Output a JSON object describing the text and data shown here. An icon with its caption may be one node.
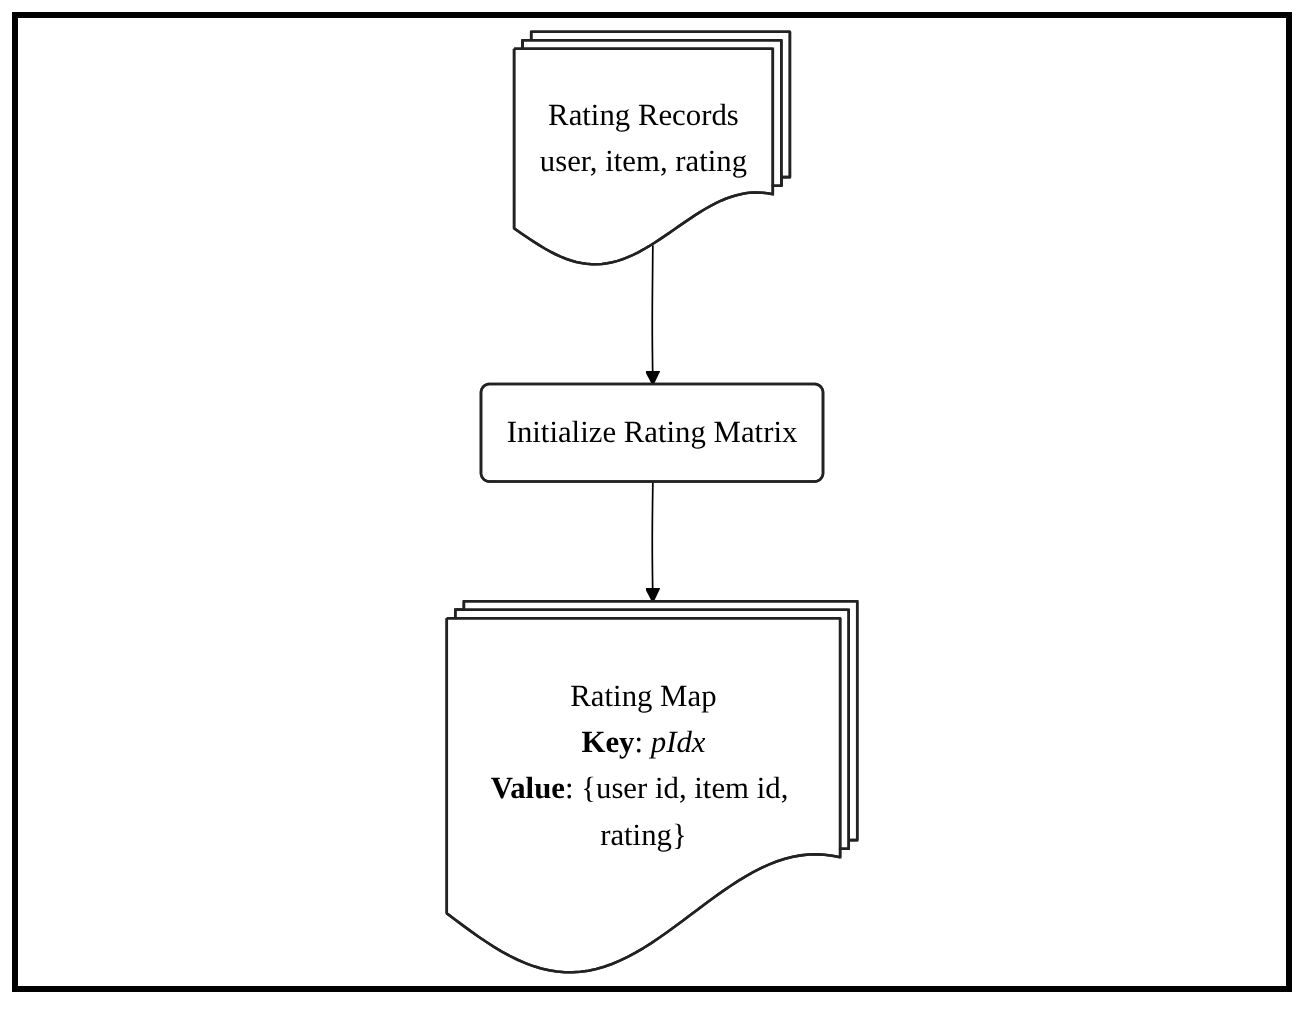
{
  "diagram": {
    "nodes": [
      {
        "text": [
          "Rating Records",
          "user, item, rating"
        ]
      },
      {
        "text": [
          "Initialize Rating Matrix"
        ]
      },
      {
        "text": [
          "Rating Map",
          "**Key**: *pIdx*",
          "**Value**: {user id, item id, rating}"
        ]
      }
    ],
    "edges": [
      {
        "from": 0,
        "to": 1,
        "arrow": "to"
      },
      {
        "from": 1,
        "to": 2,
        "arrow": "to"
      }
    ]
  }
}
